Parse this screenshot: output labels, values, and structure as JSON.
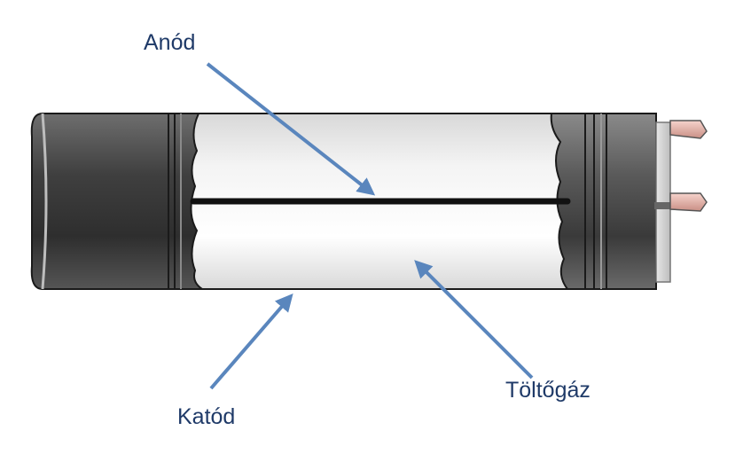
{
  "labels": {
    "anode": "Anód",
    "cathode": "Katód",
    "fill_gas": "Töltőgáz"
  },
  "colors": {
    "label_text": "#1f3a68",
    "arrow": "#5a86bd",
    "tube_glass": "#ececec",
    "end_cap": "#4a4a4a",
    "anode_wire": "#111111",
    "pin": "#e8b8b0"
  }
}
